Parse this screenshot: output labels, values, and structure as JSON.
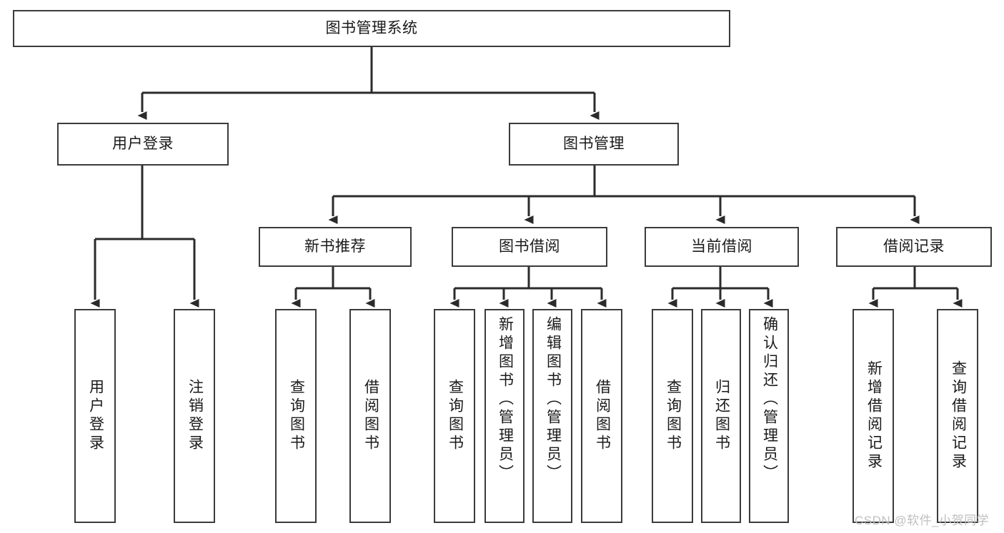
{
  "diagram": {
    "type": "tree-hierarchy",
    "title": "图书管理系统",
    "watermark": "CSDN @软件_小贺同学",
    "colors": {
      "box_border": "#3b3b3b",
      "box_fill": "#ffffff",
      "connector": "#2b2b2b",
      "text": "#1a1a1a",
      "watermark": "#bfbfbf",
      "background": "#ffffff"
    },
    "nodes": {
      "root": {
        "label": "图书管理系统",
        "orientation": "horizontal"
      },
      "level2": [
        {
          "id": "user-login",
          "label": "用户登录",
          "orientation": "horizontal"
        },
        {
          "id": "book-manage",
          "label": "图书管理",
          "orientation": "horizontal"
        }
      ],
      "level3": [
        {
          "id": "new-book-recommend",
          "label": "新书推荐",
          "orientation": "horizontal"
        },
        {
          "id": "book-borrow",
          "label": "图书借阅",
          "orientation": "horizontal"
        },
        {
          "id": "current-borrow",
          "label": "当前借阅",
          "orientation": "horizontal"
        },
        {
          "id": "borrow-record",
          "label": "借阅记录",
          "orientation": "horizontal"
        }
      ],
      "leaves": [
        {
          "id": "leaf-user-login",
          "label": "用户登录",
          "parent": "user-login",
          "orientation": "vertical"
        },
        {
          "id": "leaf-logout-login",
          "label": "注销登录",
          "parent": "user-login",
          "orientation": "vertical"
        },
        {
          "id": "leaf-query-book-1",
          "label": "查询图书",
          "parent": "new-book-recommend",
          "orientation": "vertical"
        },
        {
          "id": "leaf-borrow-book-1",
          "label": "借阅图书",
          "parent": "new-book-recommend",
          "orientation": "vertical"
        },
        {
          "id": "leaf-query-book-2",
          "label": "查询图书",
          "parent": "book-borrow",
          "orientation": "vertical"
        },
        {
          "id": "leaf-add-book-admin",
          "label": "新增图书（管理员）",
          "parent": "book-borrow",
          "orientation": "vertical"
        },
        {
          "id": "leaf-edit-book-admin",
          "label": "编辑图书（管理员）",
          "parent": "book-borrow",
          "orientation": "vertical"
        },
        {
          "id": "leaf-borrow-book-2",
          "label": "借阅图书",
          "parent": "book-borrow",
          "orientation": "vertical"
        },
        {
          "id": "leaf-query-book-3",
          "label": "查询图书",
          "parent": "current-borrow",
          "orientation": "vertical"
        },
        {
          "id": "leaf-return-book",
          "label": "归还图书",
          "parent": "current-borrow",
          "orientation": "vertical"
        },
        {
          "id": "leaf-confirm-return-admin",
          "label": "确认归还（管理员）",
          "parent": "current-borrow",
          "orientation": "vertical"
        },
        {
          "id": "leaf-add-borrow-record",
          "label": "新增借阅记录",
          "parent": "borrow-record",
          "orientation": "vertical"
        },
        {
          "id": "leaf-query-borrow-record",
          "label": "查询借阅记录",
          "parent": "borrow-record",
          "orientation": "vertical"
        }
      ]
    }
  }
}
